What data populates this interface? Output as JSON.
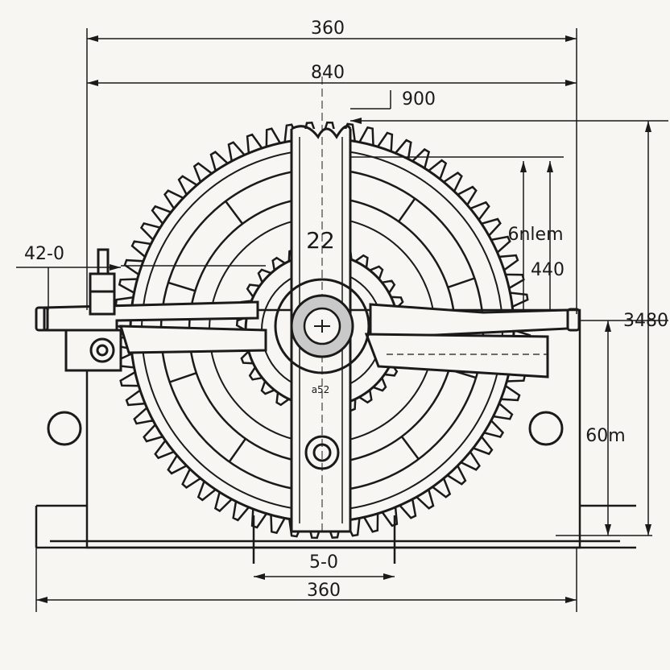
{
  "dimensions": {
    "top_overall": "360",
    "top_inner": "840",
    "top_small": "900",
    "left_offset": "42-0",
    "center_label": "22",
    "right_upper_label": "6nlem",
    "right_inner_height": "440",
    "right_overall_height": "3480",
    "right_lower_height": "60m",
    "bottom_inner": "5-0",
    "bottom_overall": "360",
    "hub_mark": "a52"
  },
  "colors": {
    "ink": "#1a1a1a",
    "paper": "#f7f6f2",
    "hub_fill": "#c9c9c9"
  }
}
